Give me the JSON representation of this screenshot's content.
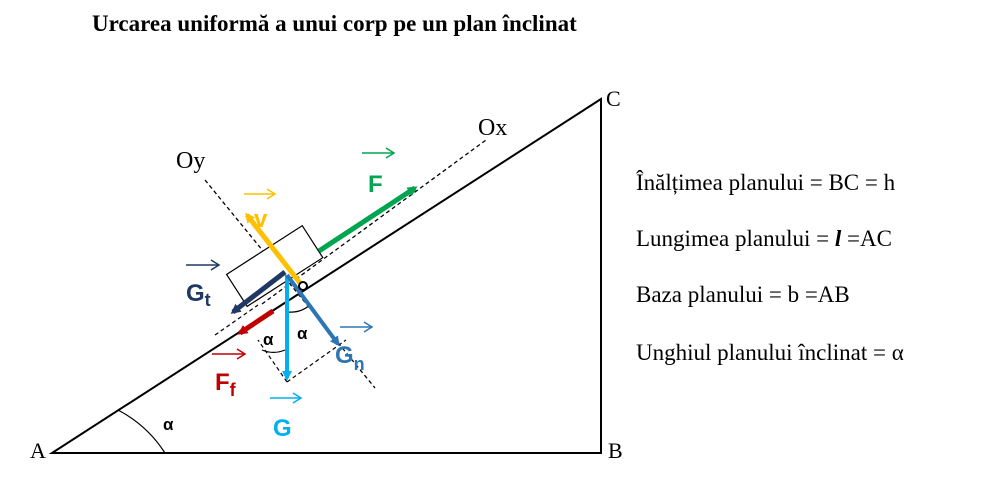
{
  "title": "Urcarea  uniformă a unui corp  pe  un plan înclinat",
  "points": {
    "A": "A",
    "B": "B",
    "C": "C"
  },
  "axes": {
    "ox": "Ox",
    "oy": "Oy"
  },
  "angle_symbol": "α",
  "forces": {
    "F": {
      "label": "F",
      "color": "#00A550"
    },
    "v": {
      "label": "v",
      "color": "#FFC000"
    },
    "Gt": {
      "label": "G",
      "sub": "t",
      "color": "#1F3864"
    },
    "Ff": {
      "label": "F",
      "sub": "f",
      "color": "#C00000"
    },
    "G": {
      "label": "G",
      "color": "#00B0F0"
    },
    "Gn": {
      "label": "G",
      "sub": "n",
      "color": "#2E75B6"
    }
  },
  "info": {
    "height_prefix": "Înălțimea planului = BC = h",
    "length_prefix": "Lungimea planului = ",
    "length_symbol": "l",
    "length_suffix": " =AC",
    "base": "Baza planului = b =AB",
    "angle": "Unghiul planului înclinat = α"
  }
}
